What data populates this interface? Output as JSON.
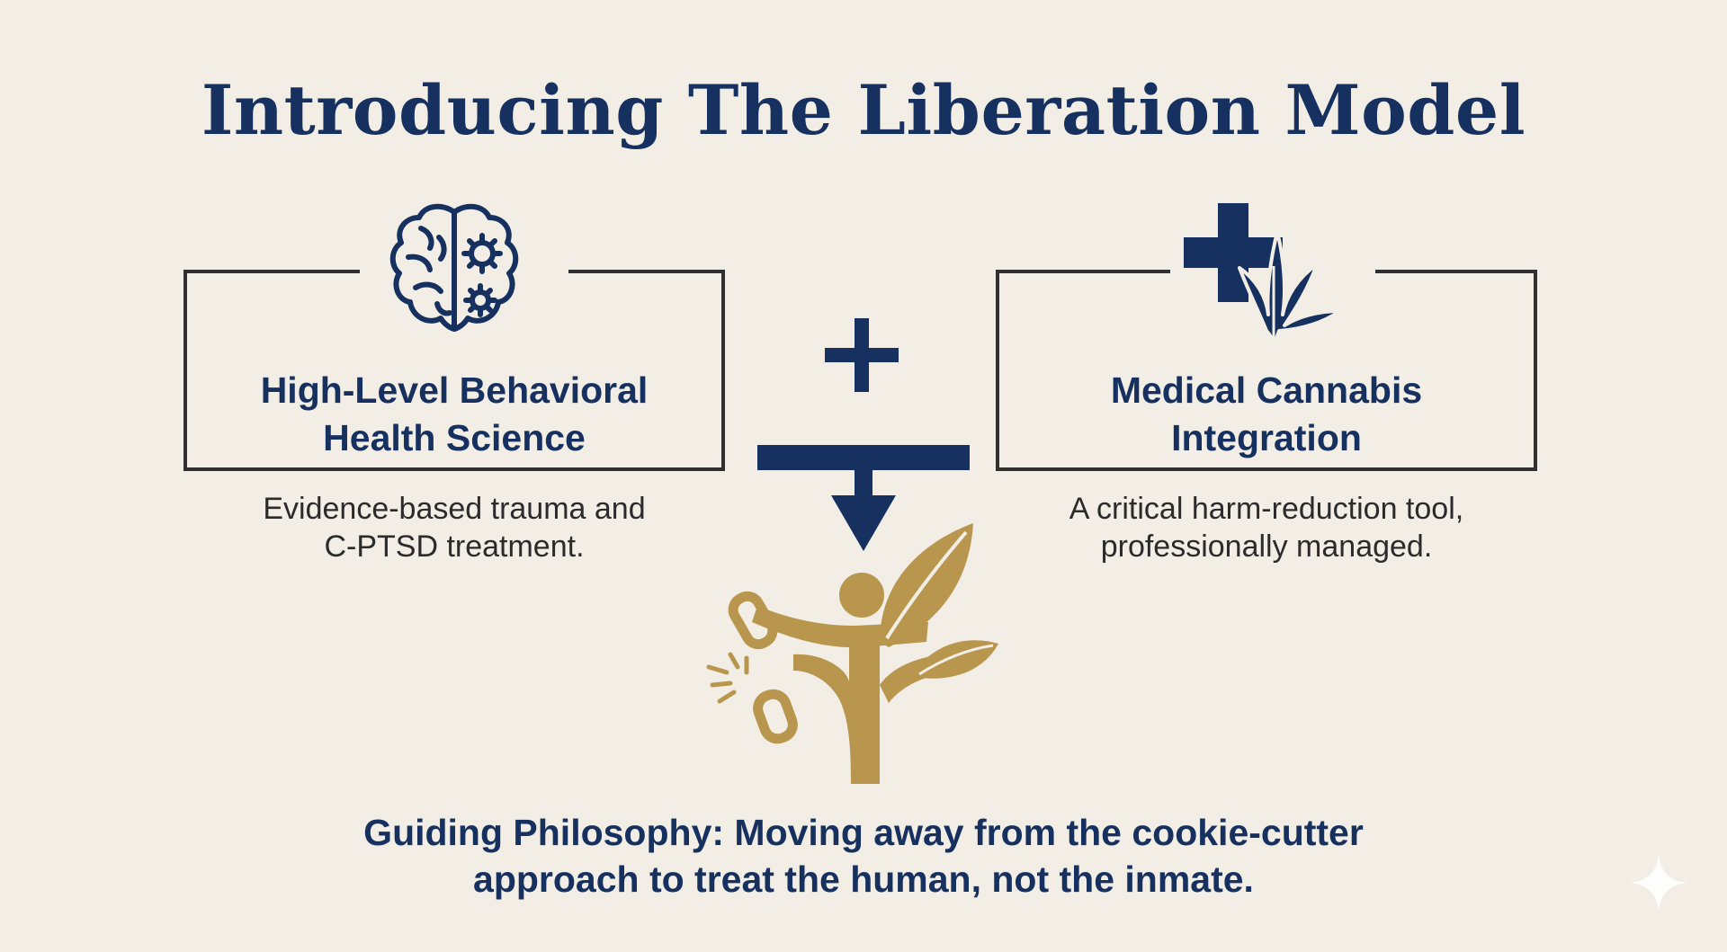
{
  "title": "Introducing The Liberation Model",
  "left_card": {
    "title_lines": [
      "High-Level Behavioral",
      "Health Science"
    ],
    "description_lines": [
      "Evidence-based trauma and",
      "C-PTSD treatment."
    ],
    "icon": "brain-gear-icon"
  },
  "right_card": {
    "title_lines": [
      "Medical Cannabis",
      "Integration"
    ],
    "description_lines": [
      "A critical harm-reduction tool,",
      "professionally managed."
    ],
    "icon": "medical-cross-cannabis-leaf-icon"
  },
  "operator_icon": "plus-icon",
  "result_arrow_icon": "t-down-arrow-icon",
  "result_icon": "person-breaking-chains-with-leaves-icon",
  "philosophy_lines": [
    "Guiding Philosophy: Moving away from the cookie-cutter",
    "approach to treat the human, not the inmate."
  ],
  "corner_icon": "sparkle-icon",
  "colors": {
    "background": "#f2eee5",
    "navy": "#16305f",
    "gold": "#b8964e",
    "border": "#2f2f2f",
    "body_text": "#2b2b2b"
  }
}
